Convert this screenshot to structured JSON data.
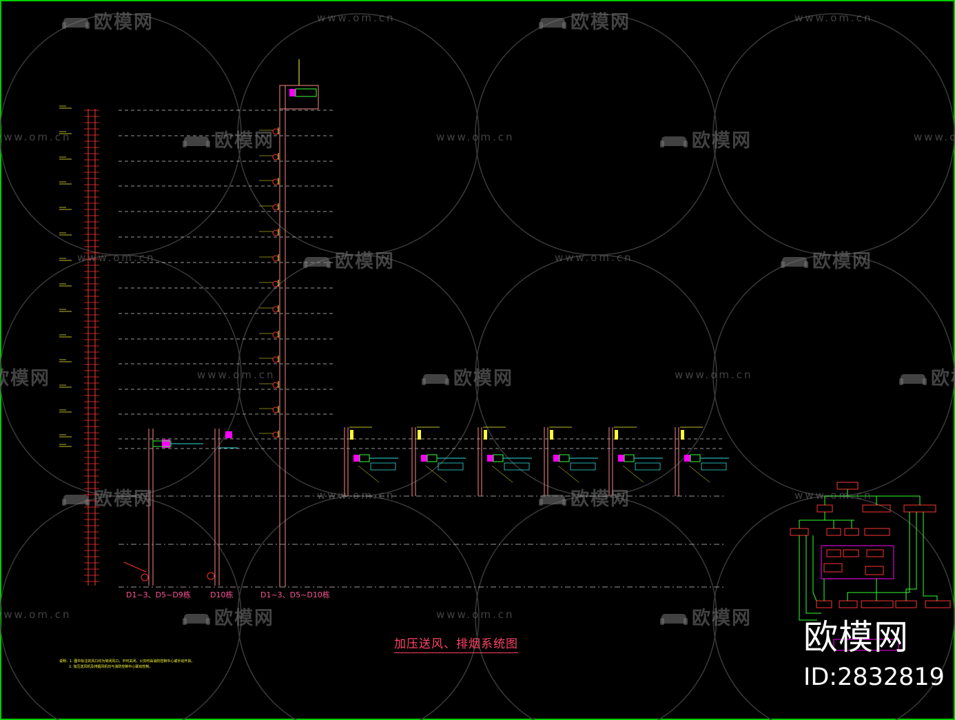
{
  "drawing": {
    "title": "加压送风、排烟系统图",
    "building_labels": [
      "D1~3、D5~D9栋",
      "D10栋",
      "D1~3、D5~D10栋"
    ],
    "notes": [
      "说明：1. 图中标注的风口均为常闭风口，平时关闭，火灾时由消防控制中心或手动开启。",
      "2. 加压送风机及排烟风机均与消防控制中心联动控制。"
    ]
  },
  "watermark": {
    "logo_text": "欧模网",
    "url_text": "www.om.cn",
    "icon": "sofa-icon"
  },
  "brand": {
    "name": "欧模网",
    "id_text": "ID:2832819"
  },
  "colors": {
    "frame": "#00cc00",
    "riser": "#ff3333",
    "text": "#ffff33",
    "dashed": "#dddddd",
    "magenta": "#ff00ff",
    "cyan": "#33dddd",
    "green": "#33ff33"
  }
}
